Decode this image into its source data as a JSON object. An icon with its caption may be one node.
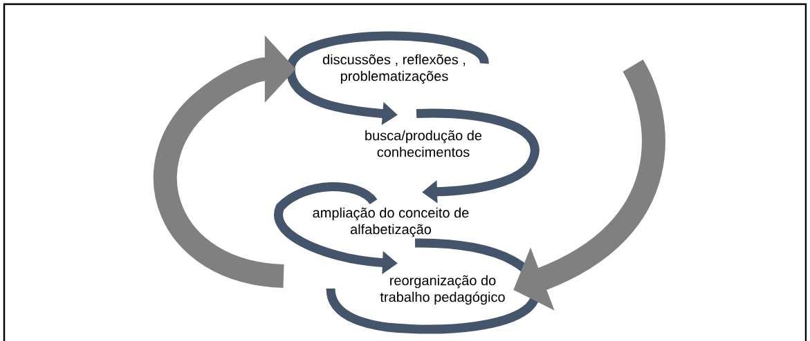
{
  "diagram": {
    "nodes": [
      {
        "text": [
          "discussões , reflexões , problematizações"
        ]
      },
      {
        "text": [
          "busca/produção de conhecimentos"
        ]
      },
      {
        "text": [
          "ampliação do conceito de alfabetização"
        ]
      },
      {
        "text": [
          "reorganização do trabalho pedagógico"
        ]
      }
    ],
    "edges": [
      {
        "from": 0,
        "to": 1,
        "arrow": "to"
      },
      {
        "from": 1,
        "to": 2,
        "arrow": "to"
      },
      {
        "from": 2,
        "to": 3,
        "arrow": "to"
      },
      {
        "from": null,
        "to": 3,
        "arrow": "to",
        "style": "thick",
        "color": "#808080"
      },
      {
        "from": null,
        "to": 0,
        "arrow": "to",
        "style": "thick",
        "color": "#808080"
      }
    ]
  }
}
